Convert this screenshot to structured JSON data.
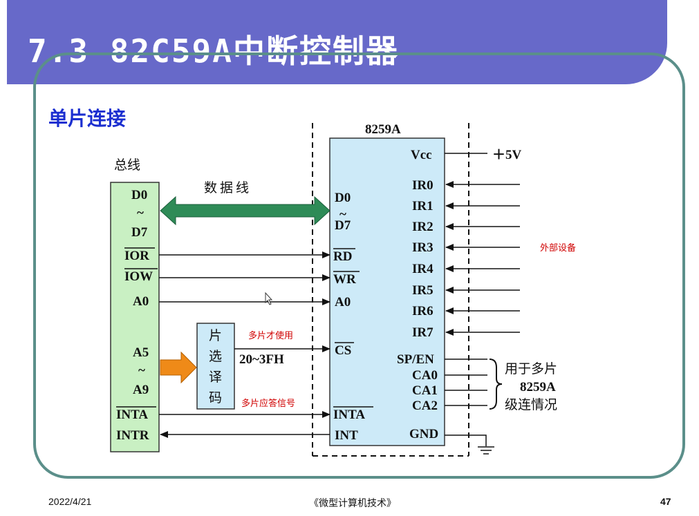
{
  "slide": {
    "title": "7.3   82C59A中断控制器",
    "subtitle": "单片连接",
    "footer_date": "2022/4/21",
    "footer_course": "《微型计算机技术》",
    "footer_page": "47"
  },
  "diagram": {
    "bus_label": "总线",
    "chip_label": "8259A",
    "data_line_label": "数据线",
    "decoder_label": [
      "片",
      "选",
      "译",
      "码"
    ],
    "address_label": "20~3FH",
    "bus_pins": {
      "d0": "D0",
      "tilde1": "~",
      "d7": "D7",
      "ior": "IOR",
      "iow": "IOW",
      "a0": "A0",
      "a5": "A5",
      "tilde2": "~",
      "a9": "A9",
      "inta": "INTA",
      "intr": "INTR"
    },
    "chip_left_pins": {
      "d0": "D0",
      "tilde": "~",
      "d7": "D7",
      "rd": "RD",
      "wr": "WR",
      "a0": "A0",
      "cs": "CS",
      "inta": "INTA",
      "int": "INT"
    },
    "chip_right_pins": {
      "vcc": "Vcc",
      "ir": [
        "IR0",
        "IR1",
        "IR2",
        "IR3",
        "IR4",
        "IR5",
        "IR6",
        "IR7"
      ],
      "spen": "SP/EN",
      "ca0": "CA0",
      "ca1": "CA1",
      "ca2": "CA2",
      "gnd": "GND"
    },
    "power_label": "＋5V",
    "cascade_note": [
      "用于多片",
      "8259A",
      "级连情况"
    ],
    "annotations": {
      "external_devices": "外部设备",
      "multi_chip_only": "多片才使用",
      "multi_chip_ack": "多片应答信号"
    }
  }
}
